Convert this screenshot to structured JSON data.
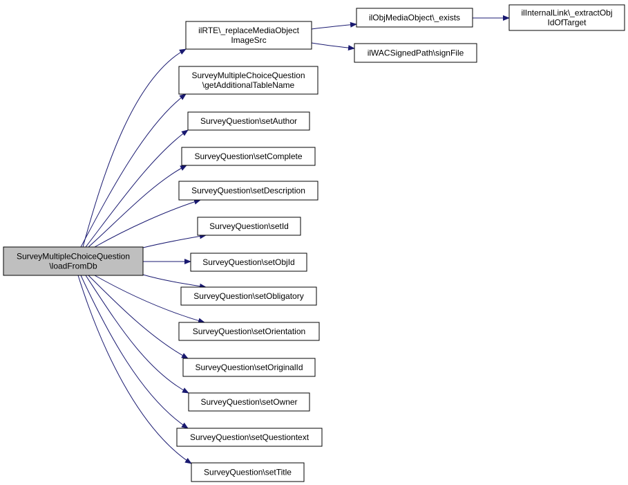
{
  "colors": {
    "edge": "#191970",
    "root_fill": "#bfbfbf",
    "node_fill": "#ffffff",
    "node_border": "#000000"
  },
  "nodes": [
    {
      "id": "root",
      "lines": [
        "SurveyMultipleChoiceQuestion",
        "\\loadFromDb"
      ],
      "highlighted": true
    },
    {
      "id": "replace",
      "lines": [
        "ilRTE\\_replaceMediaObject",
        "ImageSrc"
      ]
    },
    {
      "id": "mobexists",
      "lines": [
        "ilObjMediaObject\\_exists"
      ]
    },
    {
      "id": "extract",
      "lines": [
        "ilInternalLink\\_extractObj",
        "IdOfTarget"
      ]
    },
    {
      "id": "signfile",
      "lines": [
        "ilWACSignedPath\\signFile"
      ]
    },
    {
      "id": "addtable",
      "lines": [
        "SurveyMultipleChoiceQuestion",
        "\\getAdditionalTableName"
      ]
    },
    {
      "id": "setauthor",
      "lines": [
        "SurveyQuestion\\setAuthor"
      ]
    },
    {
      "id": "setcomplete",
      "lines": [
        "SurveyQuestion\\setComplete"
      ]
    },
    {
      "id": "setdesc",
      "lines": [
        "SurveyQuestion\\setDescription"
      ]
    },
    {
      "id": "setid",
      "lines": [
        "SurveyQuestion\\setId"
      ]
    },
    {
      "id": "setobjid",
      "lines": [
        "SurveyQuestion\\setObjId"
      ]
    },
    {
      "id": "setoblig",
      "lines": [
        "SurveyQuestion\\setObligatory"
      ]
    },
    {
      "id": "setorient",
      "lines": [
        "SurveyQuestion\\setOrientation"
      ]
    },
    {
      "id": "setorigid",
      "lines": [
        "SurveyQuestion\\setOriginalId"
      ]
    },
    {
      "id": "setowner",
      "lines": [
        "SurveyQuestion\\setOwner"
      ]
    },
    {
      "id": "setqtext",
      "lines": [
        "SurveyQuestion\\setQuestiontext"
      ]
    },
    {
      "id": "settitle",
      "lines": [
        "SurveyQuestion\\setTitle"
      ]
    }
  ],
  "edges": [
    {
      "from": "root",
      "to": "replace"
    },
    {
      "from": "root",
      "to": "addtable"
    },
    {
      "from": "root",
      "to": "setauthor"
    },
    {
      "from": "root",
      "to": "setcomplete"
    },
    {
      "from": "root",
      "to": "setdesc"
    },
    {
      "from": "root",
      "to": "setid"
    },
    {
      "from": "root",
      "to": "setobjid"
    },
    {
      "from": "root",
      "to": "setoblig"
    },
    {
      "from": "root",
      "to": "setorient"
    },
    {
      "from": "root",
      "to": "setorigid"
    },
    {
      "from": "root",
      "to": "setowner"
    },
    {
      "from": "root",
      "to": "setqtext"
    },
    {
      "from": "root",
      "to": "settitle"
    },
    {
      "from": "replace",
      "to": "mobexists"
    },
    {
      "from": "replace",
      "to": "signfile"
    },
    {
      "from": "mobexists",
      "to": "extract"
    }
  ]
}
